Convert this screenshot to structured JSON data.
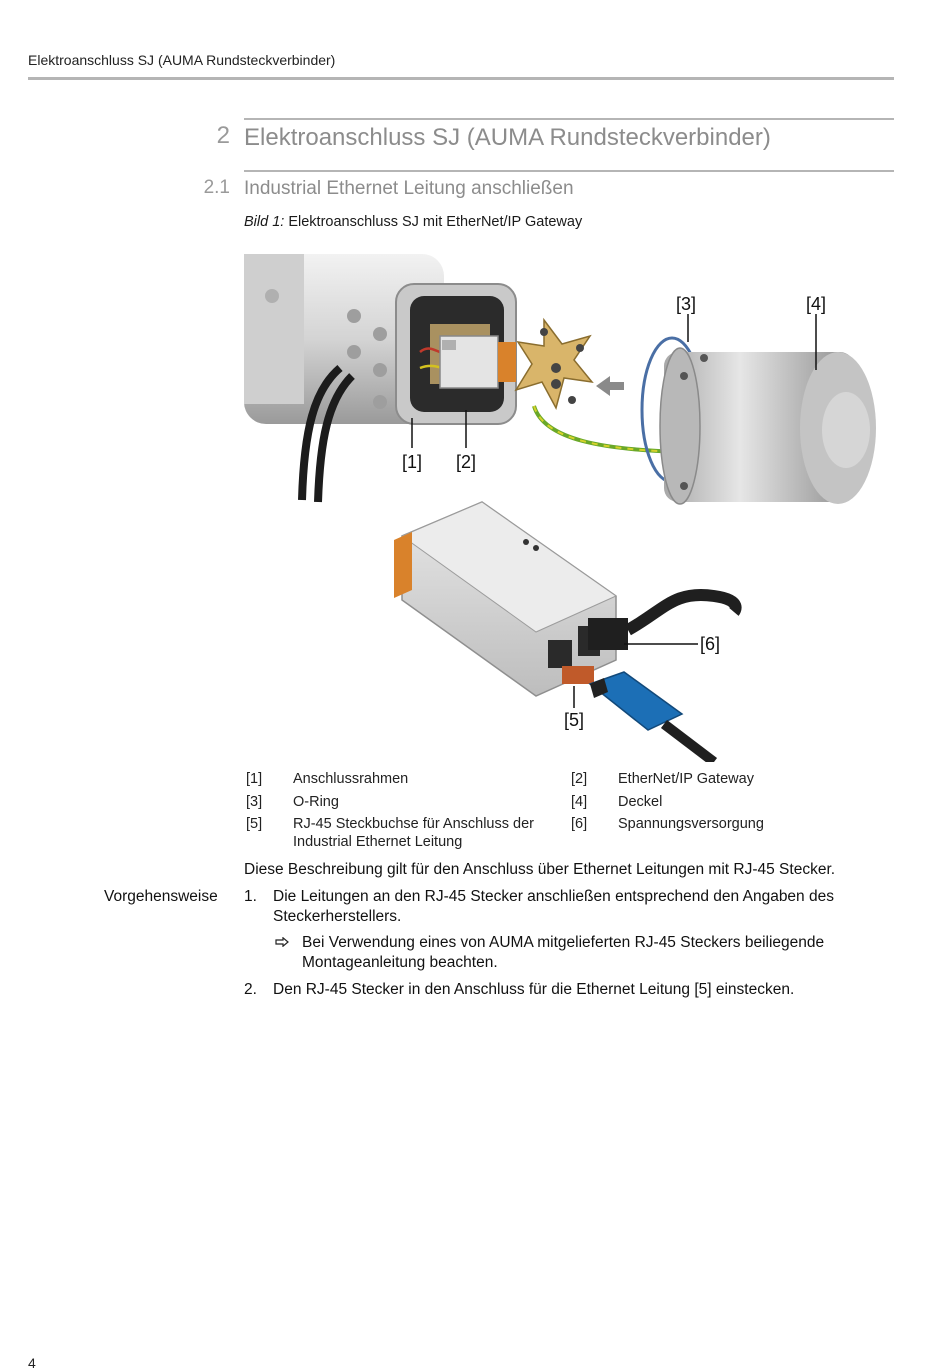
{
  "header": {
    "running_title": "Elektroanschluss SJ (AUMA Rundsteckverbinder)"
  },
  "section": {
    "number": "2",
    "title": "Elektroanschluss SJ (AUMA Rundsteckverbinder)"
  },
  "subsection": {
    "number": "2.1",
    "title": "Industrial Ethernet Leitung anschließen"
  },
  "figure": {
    "caption_prefix": "Bild 1:",
    "caption_text": " Elektroanschluss SJ mit EtherNet/IP Gateway",
    "callouts": [
      "[1]",
      "[2]",
      "[3]",
      "[4]",
      "[5]",
      "[6]"
    ]
  },
  "legend": [
    {
      "num": "[1]",
      "text": "Anschlussrahmen"
    },
    {
      "num": "[2]",
      "text": "EtherNet/IP Gateway"
    },
    {
      "num": "[3]",
      "text": "O-Ring"
    },
    {
      "num": "[4]",
      "text": "Deckel"
    },
    {
      "num": "[5]",
      "text": "RJ-45 Steckbuchse für Anschluss der Industrial Ethernet Leitung"
    },
    {
      "num": "[6]",
      "text": "Spannungsversorgung"
    }
  ],
  "intro": "Diese Beschreibung gilt für den Anschluss über Ethernet Leitungen mit RJ-45 Stecker.",
  "procedure": {
    "label": "Vorgehensweise",
    "steps": [
      {
        "num": "1.",
        "text": "Die Leitungen an den RJ-45 Stecker anschließen entsprechend den Angaben des Steckerherstellers."
      },
      {
        "num": "2.",
        "text": "Den RJ-45 Stecker in den Anschluss für die Ethernet Leitung [5] einstecken."
      }
    ],
    "result": {
      "icon": "arrow-right-outline-icon",
      "text": "Bei Verwendung eines von AUMA mitgelieferten RJ-45 Steckers beiliegende Montageanleitung beachten."
    }
  },
  "footer": {
    "page_number": "4"
  }
}
